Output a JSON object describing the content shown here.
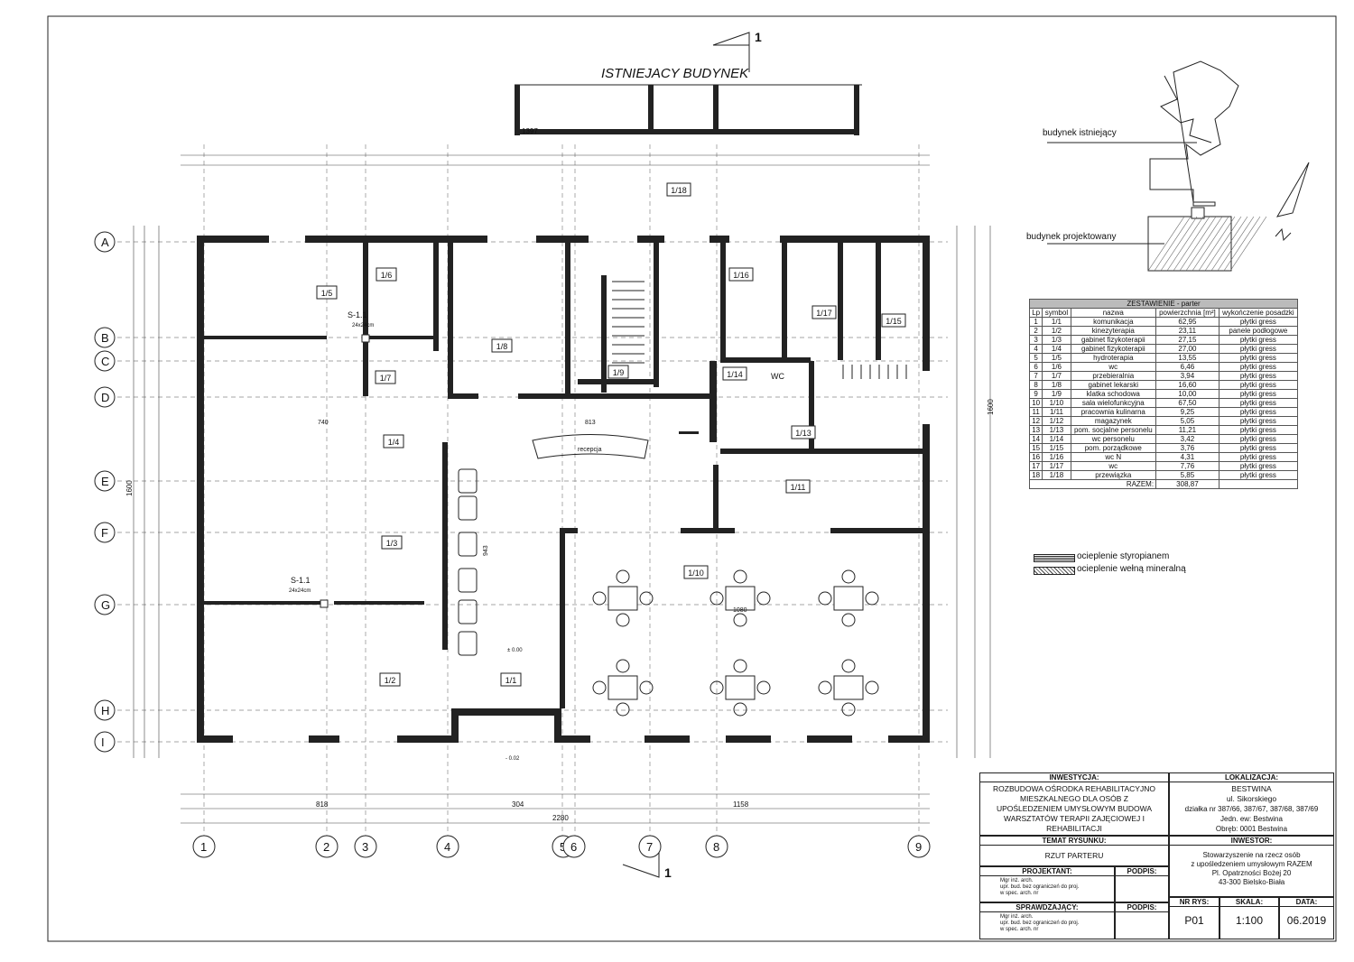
{
  "drawing_title": "ISTNIEJACY BUDYNEK",
  "section_mark": "1",
  "legend_table": {
    "caption": "ZESTAWIENIE  - parter",
    "headers": [
      "Lp",
      "symbol",
      "nazwa",
      "powierzchnia [m²]",
      "wykończenie posadzki"
    ],
    "rows": [
      [
        "1",
        "1/1",
        "komunikacja",
        "62,95",
        "płytki gress"
      ],
      [
        "2",
        "1/2",
        "kinezyterapia",
        "23,11",
        "panele podłogowe"
      ],
      [
        "3",
        "1/3",
        "gabinet fizykoterapii",
        "27,15",
        "płytki gress"
      ],
      [
        "4",
        "1/4",
        "gabinet fizykoterapii",
        "27,00",
        "płytki gress"
      ],
      [
        "5",
        "1/5",
        "hydroterapia",
        "13,55",
        "płytki gress"
      ],
      [
        "6",
        "1/6",
        "wc",
        "6,46",
        "płytki gress"
      ],
      [
        "7",
        "1/7",
        "przebieralnia",
        "3,94",
        "płytki gress"
      ],
      [
        "8",
        "1/8",
        "gabinet lekarski",
        "16,60",
        "płytki gress"
      ],
      [
        "9",
        "1/9",
        "klatka schodowa",
        "10,00",
        "płytki gress"
      ],
      [
        "10",
        "1/10",
        "sala wielofunkcyjna",
        "67,50",
        "płytki gress"
      ],
      [
        "11",
        "1/11",
        "pracownia kulinarna",
        "9,25",
        "płytki gress"
      ],
      [
        "12",
        "1/12",
        "magazynek",
        "5,05",
        "płytki gress"
      ],
      [
        "13",
        "1/13",
        "pom. socjalne personelu",
        "11,21",
        "płytki gress"
      ],
      [
        "14",
        "1/14",
        "wc personelu",
        "3,42",
        "płytki gress"
      ],
      [
        "15",
        "1/15",
        "pom. porządkowe",
        "3,76",
        "płytki gress"
      ],
      [
        "16",
        "1/16",
        "wc N",
        "4,31",
        "płytki gress"
      ],
      [
        "17",
        "1/17",
        "wc",
        "7,76",
        "płytki gress"
      ],
      [
        "18",
        "1/18",
        "przewiązka",
        "5,85",
        "płytki gress"
      ]
    ],
    "total_label": "RAZEM:",
    "total_value": "308,87"
  },
  "insulation_legend": {
    "styrofoam": "ocieplenie styropianem",
    "mineral_wool": "ocieplenie wełną mineralną"
  },
  "key_plan": {
    "existing": "budynek istniejący",
    "designed": "budynek projektowany"
  },
  "axes": {
    "rows": [
      "A",
      "B",
      "C",
      "D",
      "E",
      "F",
      "G",
      "H",
      "I"
    ],
    "cols": [
      "1",
      "2",
      "3",
      "4",
      "5",
      "6",
      "7",
      "8",
      "9"
    ]
  },
  "rooms": [
    {
      "id": "1/1"
    },
    {
      "id": "1/2"
    },
    {
      "id": "1/3"
    },
    {
      "id": "1/4"
    },
    {
      "id": "1/5"
    },
    {
      "id": "1/6"
    },
    {
      "id": "1/7"
    },
    {
      "id": "1/8"
    },
    {
      "id": "1/9"
    },
    {
      "id": "1/10"
    },
    {
      "id": "1/11"
    },
    {
      "id": "1/13"
    },
    {
      "id": "1/14"
    },
    {
      "id": "1/15"
    },
    {
      "id": "1/16"
    },
    {
      "id": "1/17"
    },
    {
      "id": "1/18"
    }
  ],
  "plan_labels": {
    "reception": "recepcja",
    "level_0": "± 0.00",
    "level_m": "- 0.02",
    "column_1": "S-1.1",
    "column_1_size": "24x24cm",
    "column_2": "S-1.1",
    "column_2_size": "24x24cm",
    "wc": "WC",
    "dim_total_top": "1397",
    "dim_total_bottom": "2280",
    "dim_818": "818",
    "dim_304": "304",
    "dim_1158": "1158",
    "dim_1600_left": "1600",
    "dim_1600_right": "1600",
    "dim_1080": "1080",
    "dim_943": "943",
    "dim_813": "813",
    "dim_740": "740"
  },
  "title_block": {
    "investment_caption": "INWESTYCJA:",
    "investment": "ROZBUDOWA OŚRODKA REHABILITACYJNO MIESZKALNEGO DLA OSÓB Z UPOŚLEDZENIEM UMYSŁOWYM BUDOWA WARSZTATÓW TERAPII ZAJĘCIOWEJ I REHABILITACJI",
    "location_caption": "LOKALIZACJA:",
    "location_1": "BESTWINA",
    "location_2": "ul. Sikorskiego",
    "location_3": "działka nr 387/66, 387/67, 387/68, 387/69",
    "location_4": "Jedn. ew: Bestwina",
    "location_5": "Obręb: 0001 Bestwina",
    "topic_caption": "TEMAT RYSUNKU:",
    "topic": "RZUT PARTERU",
    "investor_caption": "INWESTOR:",
    "investor_1": "Stowarzyszenie na rzecz osób",
    "investor_2": "z upośledzeniem umysłowym RAZEM",
    "investor_3": "Pl. Opatrzności Bożej 20",
    "investor_4": "43-300 Bielsko-Biała",
    "designer_caption": "PROJEKTANT:",
    "designer_1": "Mgr inż. arch.",
    "designer_2": "upr. bud. bez ograniczeń do proj.",
    "designer_3": "w spec. arch. nr",
    "sign_caption": "PODPIS:",
    "checker_caption": "SPRAWDZAJĄCY:",
    "checker_1": "Mgr inż. arch.",
    "checker_2": "upr. bud. bez ograniczeń do proj.",
    "checker_3": "w spec. arch. nr",
    "sign2_caption": "PODPIS:",
    "nr_caption": "NR RYS:",
    "nr": "P01",
    "scale_caption": "SKALA:",
    "scale": "1:100",
    "date_caption": "DATA:",
    "date": "06.2019"
  }
}
